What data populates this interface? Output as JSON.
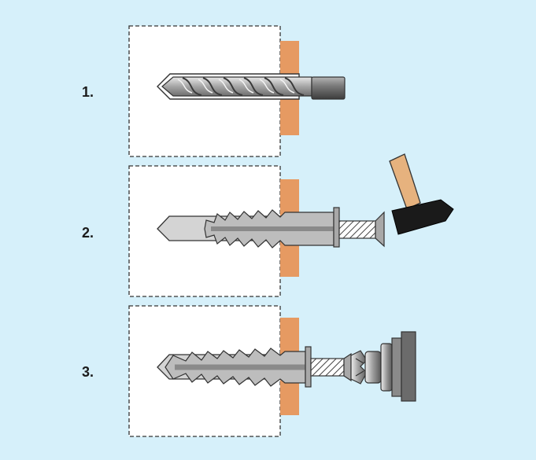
{
  "steps": [
    {
      "number": "1.",
      "action": "drill",
      "tool_icon": "drill-bit-icon"
    },
    {
      "number": "2.",
      "action": "hammer",
      "tool_icon": "hammer-icon"
    },
    {
      "number": "3.",
      "action": "screw",
      "tool_icon": "screwdriver-bit-icon"
    }
  ],
  "colors": {
    "background": "#d6f0fa",
    "wall": "#ffffff",
    "wall_border": "#333333",
    "plaster": "#e69a62",
    "plug": "#c7c7c7",
    "plug_dark": "#9a9a9a",
    "metal": "#8c8c8c",
    "hammer_handle": "#e6b27e",
    "hammer_head": "#1a1a1a",
    "driver_body": "#6b6b6b"
  }
}
